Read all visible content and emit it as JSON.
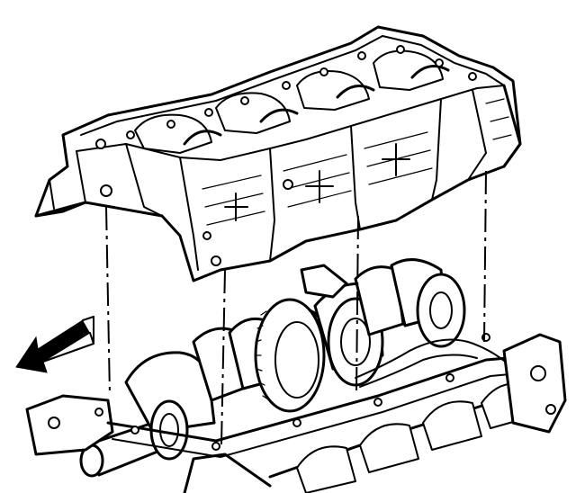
{
  "diagram": {
    "description_visible_text": "",
    "colors": {
      "ink": "#000000",
      "paper": "#ffffff"
    },
    "parts": [
      {
        "id": "cylinder-block-lower-crankcase",
        "icon": "engine-block-bedplate"
      },
      {
        "id": "crankshaft",
        "icon": "crankshaft"
      },
      {
        "id": "engine-block-upper",
        "icon": "engine-block"
      },
      {
        "id": "front-direction-arrow",
        "icon": "arrow-left"
      }
    ],
    "alignment_guides": 4
  }
}
